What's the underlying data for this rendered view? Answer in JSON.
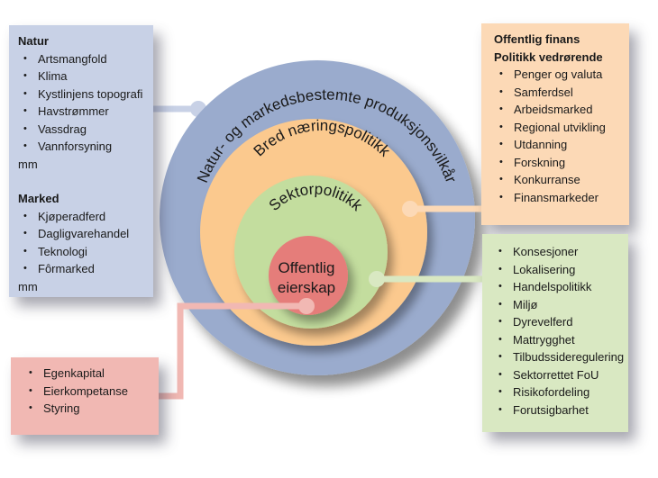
{
  "rings": {
    "outer": {
      "label": "Natur- og markedsbestemte produksjonsvilkår",
      "color": "#9aabcd"
    },
    "bred": {
      "label": "Bred næringspolitikk",
      "color": "#fbc98e"
    },
    "sektor": {
      "label": "Sektorpolitikk",
      "color": "#c3dd9e"
    },
    "center": {
      "label_line1": "Offentlig",
      "label_line2": "eierskap",
      "color": "#e57d7a"
    }
  },
  "natur_box": {
    "color": "#c8d1e6",
    "section1": {
      "heading": "Natur",
      "items": [
        "Artsmangfold",
        "Klima",
        "Kystlinjens topografi",
        "Havstrømmer",
        "Vassdrag",
        "Vannforsyning"
      ],
      "footer": "mm"
    },
    "section2": {
      "heading": "Marked",
      "items": [
        "Kjøperadferd",
        "Dagligvarehandel",
        "Teknologi",
        "Fôrmarked"
      ],
      "footer": "mm"
    }
  },
  "finans_box": {
    "color": "#fcd9b6",
    "heading_line1": "Offentlig finans",
    "heading_line2": "Politikk vedrørende",
    "items": [
      "Penger og valuta",
      "Samferdsel",
      "Arbeidsmarked",
      "Regional utvikling",
      "Utdanning",
      "Forskning",
      "Konkurranse",
      "Finansmarkeder"
    ]
  },
  "sektor_box": {
    "color": "#d9e8c2",
    "items": [
      "Konsesjoner",
      "Lokalisering",
      "Handelspolitikk",
      "Miljø",
      "Dyrevelferd",
      "Mattrygghet",
      "Tilbudssideregulering",
      "Sektorrettet FoU",
      "Risikofordeling",
      "Forutsigbarhet"
    ]
  },
  "eier_box": {
    "color": "#f1b8b3",
    "items": [
      "Egenkapital",
      "Eierkompetanse",
      "Styring"
    ]
  },
  "connectors": {
    "natur": "#c8d1e6",
    "finans": "#fcd9b6",
    "sektor": "#d9e8c2",
    "eier": "#f1b8b3"
  }
}
